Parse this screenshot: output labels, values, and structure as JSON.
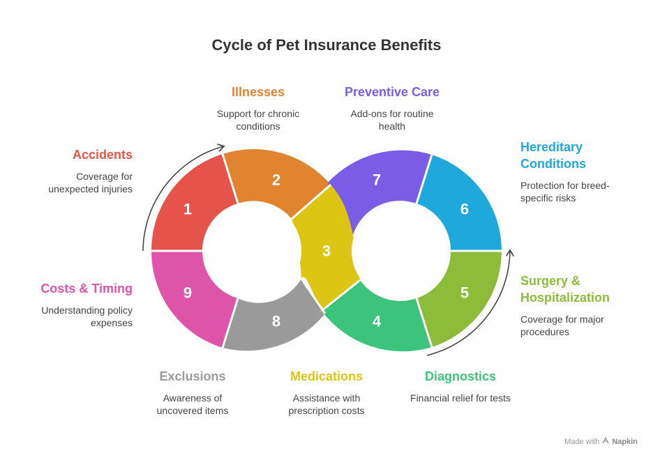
{
  "title": "Cycle of Pet Insurance Benefits",
  "footer": {
    "made_with": "Made with",
    "brand": "Napkin"
  },
  "segments": [
    {
      "number": "1",
      "title": "Accidents",
      "desc": "Coverage for unexpected injuries",
      "color": "#E5534B"
    },
    {
      "number": "2",
      "title": "Illnesses",
      "desc": "Support for chronic conditions",
      "color": "#E08430"
    },
    {
      "number": "3",
      "title": "Medications",
      "desc": "Assistance with prescription costs",
      "color": "#DDC514"
    },
    {
      "number": "4",
      "title": "Diagnostics",
      "desc": "Financial relief for tests",
      "color": "#3CC47C"
    },
    {
      "number": "5",
      "title": "Surgery & Hospitalization",
      "desc": "Coverage for major procedures",
      "color": "#8DBC3A"
    },
    {
      "number": "6",
      "title": "Hereditary Conditions",
      "desc": "Protection for breed-specific risks",
      "color": "#1EA8DC"
    },
    {
      "number": "7",
      "title": "Preventive Care",
      "desc": "Add-ons for routine health",
      "color": "#7B5CE6"
    },
    {
      "number": "8",
      "title": "Exclusions",
      "desc": "Awareness of uncovered items",
      "color": "#9A9A9A"
    },
    {
      "number": "9",
      "title": "Costs & Timing",
      "desc": "Understanding policy expenses",
      "color": "#DE54A8"
    }
  ]
}
